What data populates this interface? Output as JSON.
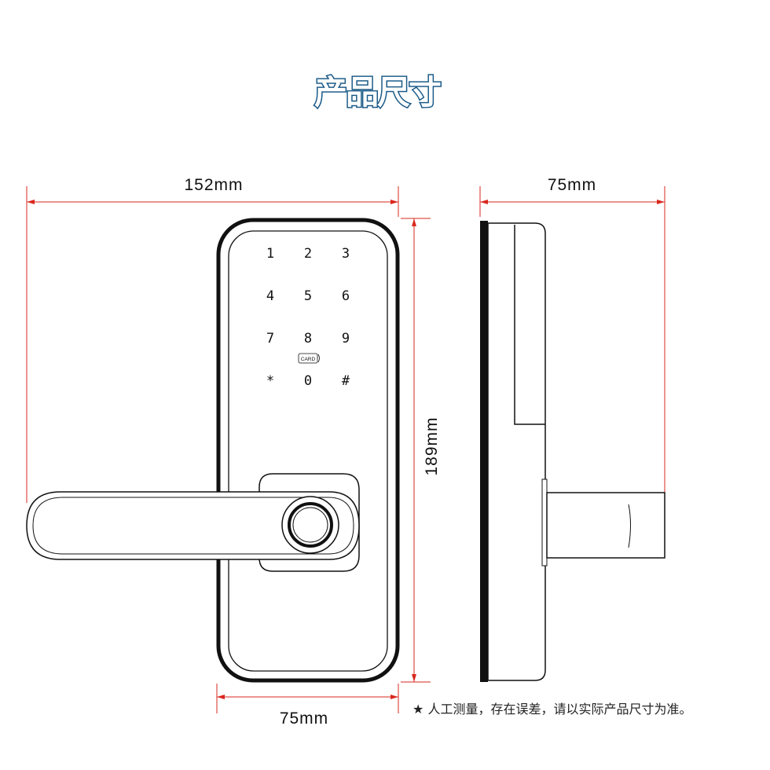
{
  "title": "产品尺寸",
  "dimensions": {
    "front_width_total": "152mm",
    "front_height": "189mm",
    "front_body_width": "75mm",
    "side_depth": "75mm"
  },
  "keypad": {
    "keys": [
      "1",
      "2",
      "3",
      "4",
      "5",
      "6",
      "7",
      "8",
      "9",
      "*",
      "0",
      "#"
    ],
    "card_label": "CARD"
  },
  "note": {
    "icon": "star-icon",
    "text": "人工测量，存在误差，请以实际产品尺寸为准。"
  },
  "colors": {
    "dimension_line": "#d9281f",
    "title_stroke": "#1a5a88"
  }
}
